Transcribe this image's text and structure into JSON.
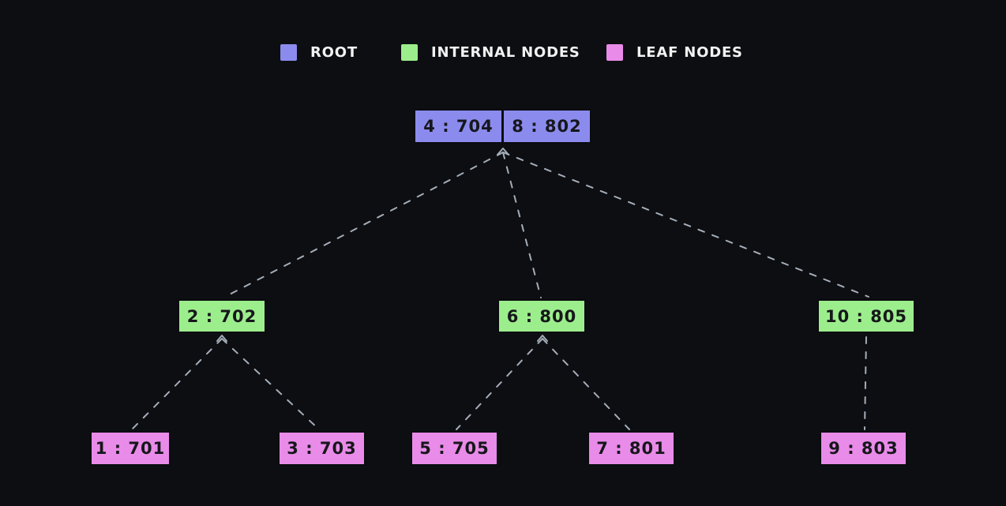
{
  "colors": {
    "background": "#0d0e12",
    "root": "#8b8bee",
    "internal": "#9cee8c",
    "leaf": "#e98be9",
    "edge": "#a4aeb9",
    "node_text": "#16171b",
    "legend_text": "#f2f2f2"
  },
  "legend": {
    "items": [
      {
        "label": "ROOT",
        "color_key": "root"
      },
      {
        "label": "INTERNAL NODES",
        "color_key": "internal"
      },
      {
        "label": "LEAF NODES",
        "color_key": "leaf"
      }
    ]
  },
  "tree": {
    "root": {
      "cells": [
        "4 : 704",
        "8 : 802"
      ]
    },
    "internal_nodes": [
      {
        "label": "2 : 702"
      },
      {
        "label": "6 : 800"
      },
      {
        "label": "10 : 805"
      }
    ],
    "leaf_nodes": [
      {
        "label": "1 : 701"
      },
      {
        "label": "3 : 703"
      },
      {
        "label": "5 : 705"
      },
      {
        "label": "7 : 801"
      },
      {
        "label": "9 : 803"
      }
    ]
  }
}
